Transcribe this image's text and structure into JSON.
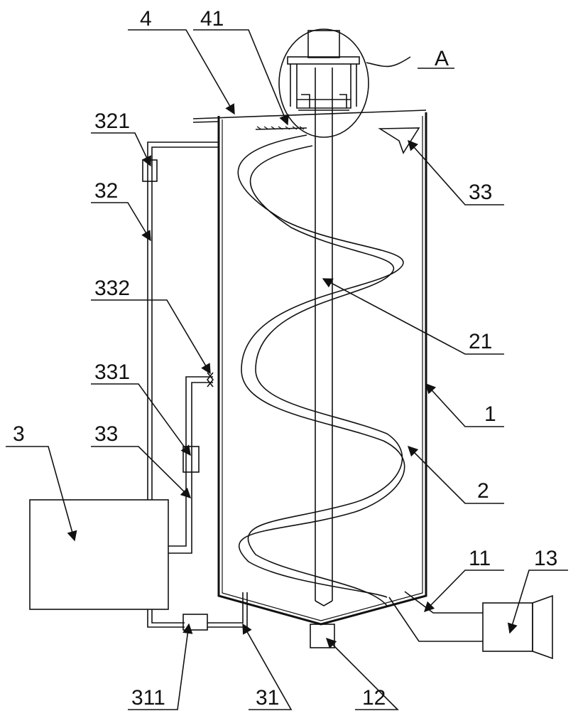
{
  "labels": {
    "l4": "4",
    "l41": "41",
    "lA": "A",
    "l321": "321",
    "l32": "32",
    "l33a": "33",
    "l332": "332",
    "l331": "331",
    "l33b": "33",
    "l3": "3",
    "l21": "21",
    "l1": "1",
    "l2": "2",
    "l11": "11",
    "l13": "13",
    "l311": "311",
    "l31": "31",
    "l12": "12"
  }
}
